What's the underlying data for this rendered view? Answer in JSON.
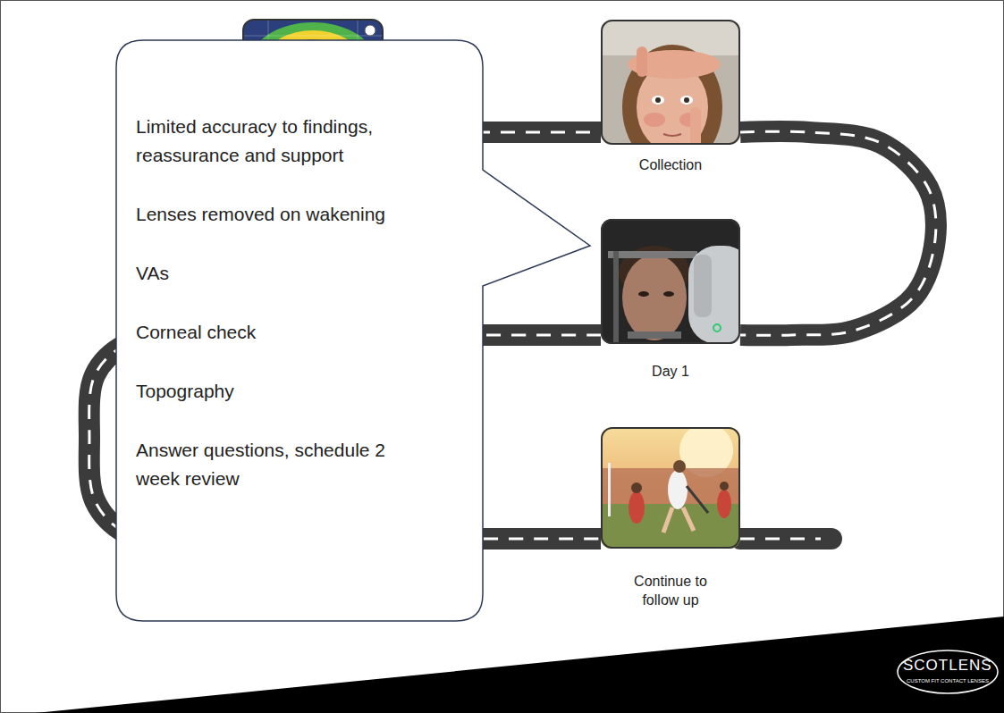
{
  "diagram": {
    "nodes": [
      {
        "text": [
          "Limited accuracy to findings, reassurance and support",
          "Lenses removed on wakening",
          "VAs",
          "Corneal check",
          "Topography",
          "Answer questions, schedule 2 week review"
        ]
      },
      {
        "text": [
          "Collection"
        ]
      },
      {
        "text": [
          "Day 1"
        ]
      },
      {
        "text": [
          "Continue to follow up"
        ]
      }
    ],
    "edges": [
      {
        "from": 1,
        "to": 2,
        "arrow": "none"
      },
      {
        "from": 2,
        "to": 3,
        "arrow": "none"
      }
    ],
    "labels": [
      "SCOTLENS",
      "CUSTOM FIT CONTACT LENSES"
    ]
  }
}
